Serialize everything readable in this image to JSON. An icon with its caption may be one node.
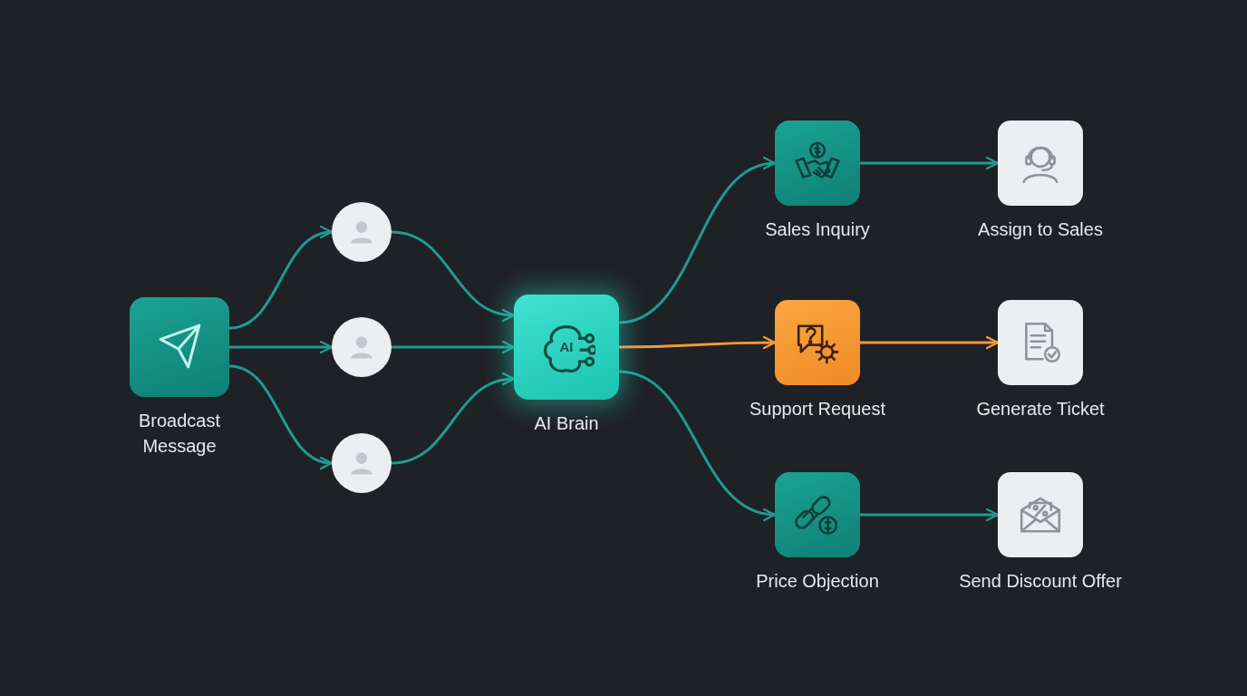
{
  "diagram": {
    "nodes": [
      {
        "text": [
          "Broadcast Message"
        ]
      },
      {
        "text": [],
        "shape": "person"
      },
      {
        "text": [],
        "shape": "person"
      },
      {
        "text": [],
        "shape": "person"
      },
      {
        "text": [
          "AI",
          "AI Brain"
        ]
      },
      {
        "text": [
          "Sales Inquiry"
        ]
      },
      {
        "text": [
          "Assign to Sales"
        ]
      },
      {
        "text": [
          "Support Request"
        ]
      },
      {
        "text": [
          "Generate Ticket"
        ]
      },
      {
        "text": [
          "Price Objection"
        ]
      },
      {
        "text": [
          "Send Discount Offer"
        ]
      }
    ],
    "edges": [
      {
        "from": 0,
        "to": 1,
        "arrow": "to"
      },
      {
        "from": 0,
        "to": 2,
        "arrow": "to"
      },
      {
        "from": 0,
        "to": 3,
        "arrow": "to"
      },
      {
        "from": 1,
        "to": 4,
        "arrow": "to"
      },
      {
        "from": 2,
        "to": 4,
        "arrow": "to"
      },
      {
        "from": 3,
        "to": 4,
        "arrow": "to"
      },
      {
        "from": 4,
        "to": 5,
        "arrow": "to"
      },
      {
        "from": 4,
        "to": 7,
        "arrow": "to",
        "color": "#f39a33"
      },
      {
        "from": 4,
        "to": 9,
        "arrow": "to"
      },
      {
        "from": 5,
        "to": 6,
        "arrow": "to"
      },
      {
        "from": 7,
        "to": 8,
        "arrow": "to",
        "color": "#f39a33"
      },
      {
        "from": 9,
        "to": 10,
        "arrow": "to"
      }
    ]
  }
}
